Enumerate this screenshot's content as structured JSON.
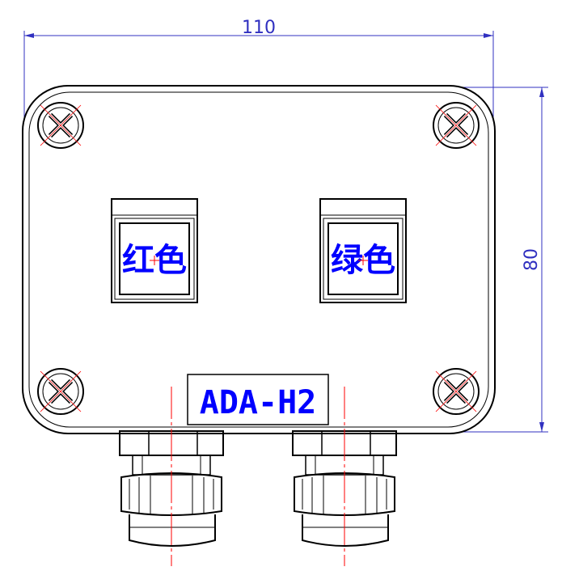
{
  "dimensions": {
    "width_label": "110",
    "height_label": "80"
  },
  "buttons": [
    {
      "label": "红色"
    },
    {
      "label": "绿色"
    }
  ],
  "model_label": "ADA-H2",
  "colors": {
    "outline": "#000000",
    "dimension": "#3030c0",
    "label_text": "#0000ff",
    "centerline": "#ff0000"
  }
}
